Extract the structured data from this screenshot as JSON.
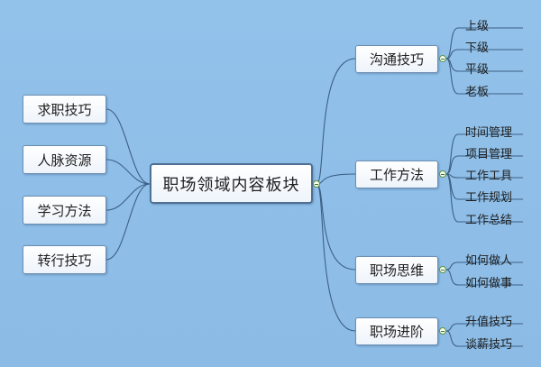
{
  "colors": {
    "background": "#8fbfe8",
    "connector": "#3d5f85",
    "node_border": "#6d8fb3",
    "collapse_dot": "#5f8f3f"
  },
  "center": {
    "label": "职场领域内容板块"
  },
  "left_topics": [
    {
      "label": "求职技巧"
    },
    {
      "label": "人脉资源"
    },
    {
      "label": "学习方法"
    },
    {
      "label": "转行技巧"
    }
  ],
  "right_topics": [
    {
      "label": "沟通技巧",
      "children": [
        "上级",
        "下级",
        "平级",
        "老板"
      ]
    },
    {
      "label": "工作方法",
      "children": [
        "时间管理",
        "项目管理",
        "工作工具",
        "工作规划",
        "工作总结"
      ]
    },
    {
      "label": "职场思维",
      "children": [
        "如何做人",
        "如何做事"
      ]
    },
    {
      "label": "职场进阶",
      "children": [
        "升值技巧",
        "谈薪技巧"
      ]
    }
  ]
}
